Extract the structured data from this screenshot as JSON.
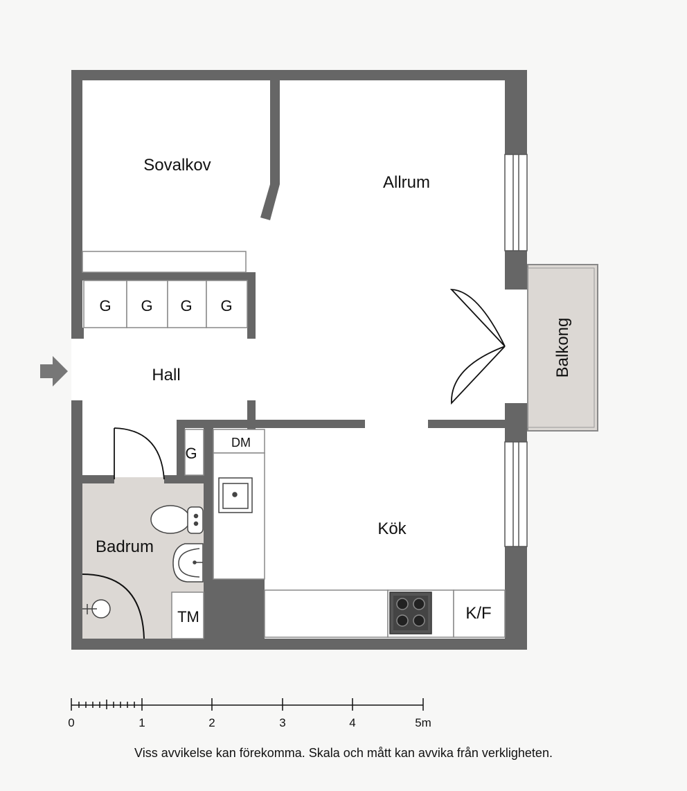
{
  "rooms": {
    "sovalkov": "Sovalkov",
    "allrum": "Allrum",
    "hall": "Hall",
    "badrum": "Badrum",
    "kok": "Kök",
    "balkong": "Balkong"
  },
  "fixtures": {
    "wardrobe": "G",
    "dishwasher": "DM",
    "washing_machine": "TM",
    "fridge_freezer": "K/F"
  },
  "scale": {
    "ticks": [
      "0",
      "1",
      "2",
      "3",
      "4",
      "5m"
    ]
  },
  "disclaimer": "Viss avvikelse kan förekomma. Skala och mått kan avvika från verkligheten.",
  "colors": {
    "wall": "#666666",
    "floor": "#ffffff",
    "wet_area": "#dcd8d4",
    "balcony": "#dcd8d4",
    "background": "#f7f7f6"
  }
}
